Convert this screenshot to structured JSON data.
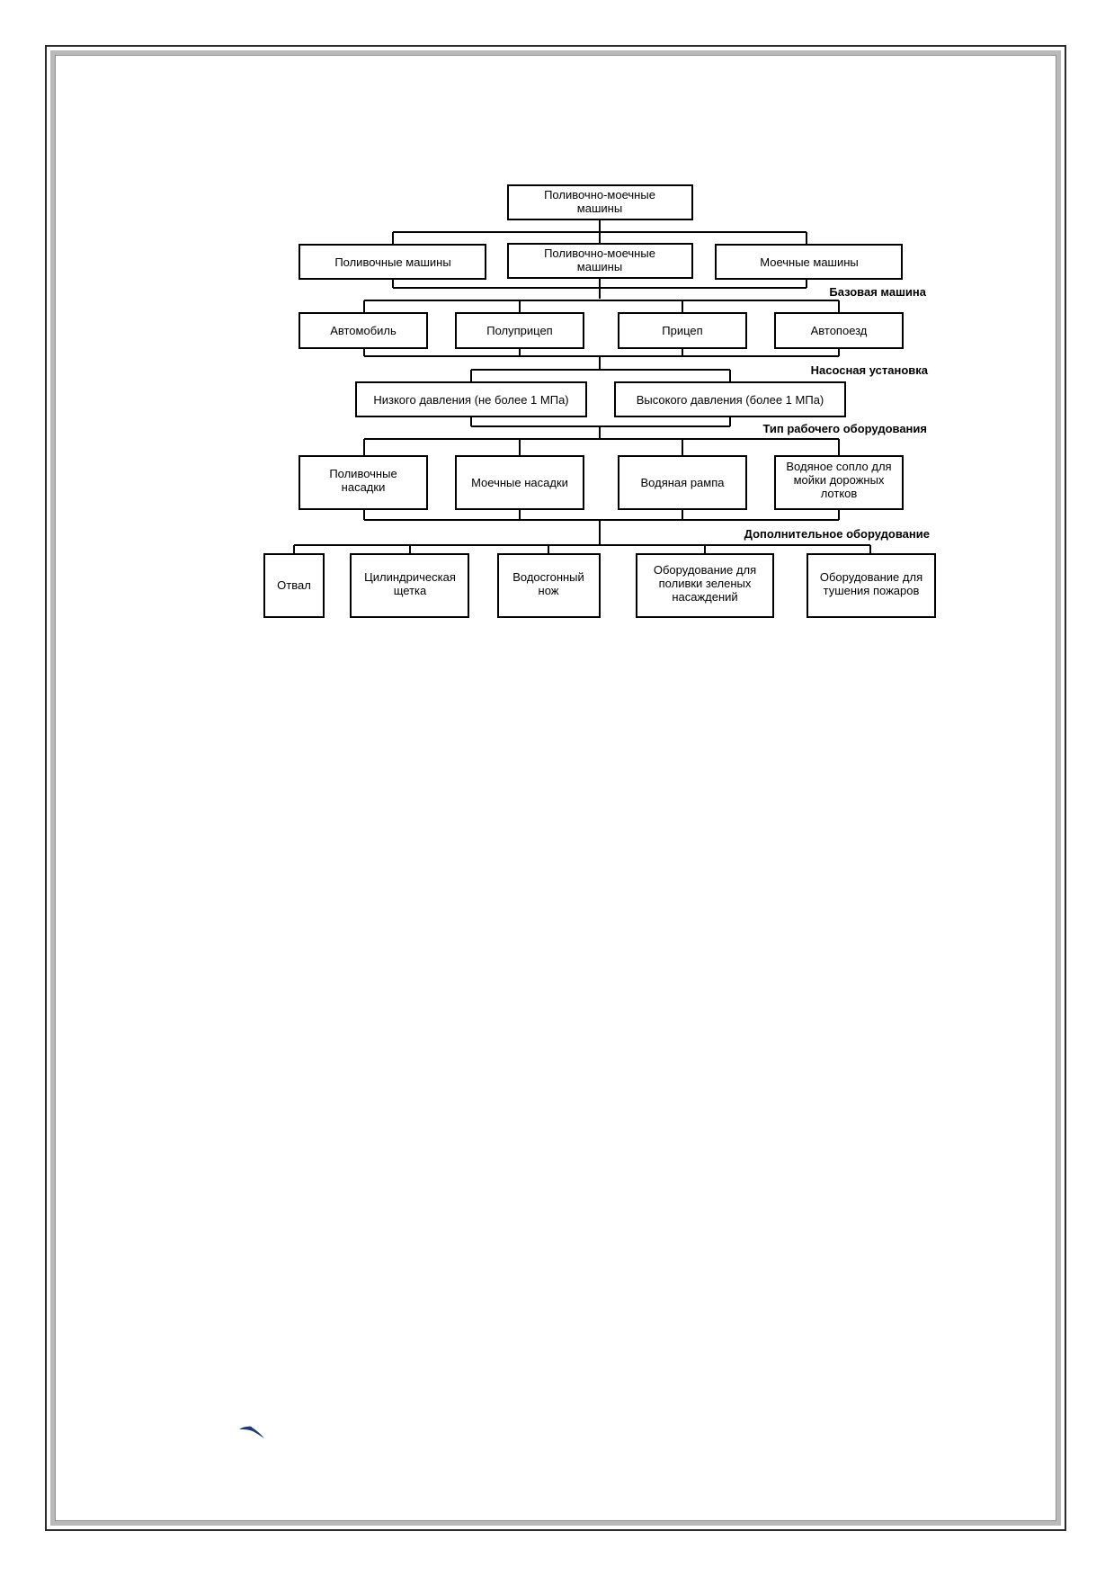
{
  "diagram": {
    "root": {
      "lines": [
        "Поливочно-моечные",
        "машины"
      ]
    },
    "level1": [
      {
        "lines": [
          "Поливочные машины"
        ]
      },
      {
        "lines": [
          "Поливочно-моечные",
          "машины"
        ]
      },
      {
        "lines": [
          "Моечные машины"
        ]
      }
    ],
    "captions": {
      "base": "Базовая машина",
      "pump": "Насосная установка",
      "equipment": "Тип рабочего оборудования",
      "additional": "Дополнительное оборудование"
    },
    "base_types": [
      {
        "lines": [
          "Автомобиль"
        ]
      },
      {
        "lines": [
          "Полуприцеп"
        ]
      },
      {
        "lines": [
          "Прицеп"
        ]
      },
      {
        "lines": [
          "Автопоезд"
        ]
      }
    ],
    "pump_types": [
      {
        "lines": [
          "Низкого давления (не более 1 МПа)"
        ]
      },
      {
        "lines": [
          "Высокого давления (более 1 МПа)"
        ]
      }
    ],
    "equipment_types": [
      {
        "lines": [
          "Поливочные",
          "насадки"
        ]
      },
      {
        "lines": [
          "Моечные насадки"
        ]
      },
      {
        "lines": [
          "Водяная рампа"
        ]
      },
      {
        "lines": [
          "Водяное сопло для",
          "мойки дорожных",
          "лотков"
        ]
      }
    ],
    "additional_types": [
      {
        "lines": [
          "Отвал"
        ]
      },
      {
        "lines": [
          "Цилиндрическая",
          "щетка"
        ]
      },
      {
        "lines": [
          "Водосгонный",
          "нож"
        ]
      },
      {
        "lines": [
          "Оборудование для",
          "поливки зеленых",
          "насаждений"
        ]
      },
      {
        "lines": [
          "Оборудование для",
          "тушения пожаров"
        ]
      }
    ]
  },
  "decor": {
    "mark_color": "#1e3a78",
    "mark_icon": "bird-logo-icon"
  }
}
